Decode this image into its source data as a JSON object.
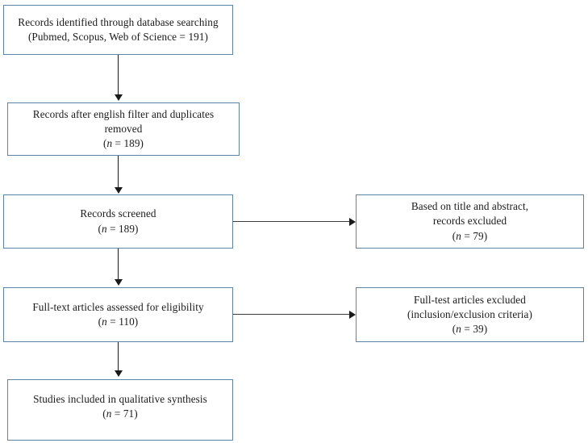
{
  "diagram": {
    "type": "prisma-flow-diagram",
    "title": "",
    "border_color": "#5b84a6",
    "connector_color": "#1a1a1a",
    "background_color": "#ffffff",
    "boxes": [
      {
        "id": "identification",
        "lines": [
          {
            "text": "Records identified through database searching",
            "italic_prefix": ""
          },
          {
            "text": "(Pubmed, Scopus, Web of Science = 191)",
            "italic_prefix": ""
          }
        ],
        "line1": "Records identified through database searching",
        "line2": "(Pubmed, Scopus, Web of Science = 191)",
        "line3": "",
        "count": 191
      },
      {
        "id": "after-filter",
        "line1": "Records after english filter and duplicates",
        "line2": "removed",
        "n_open": "(",
        "n_italic": "n",
        "n_value": " = 189)",
        "count": 189
      },
      {
        "id": "screened",
        "line1": "Records screened",
        "line2": "",
        "n_open": "(",
        "n_italic": "n",
        "n_value": " = 189)",
        "count": 189
      },
      {
        "id": "excluded-title-abstract",
        "line1": "Based on title and abstract,",
        "line2": "records excluded",
        "n_open": "(",
        "n_italic": "n",
        "n_value": " = 79)",
        "count": 79
      },
      {
        "id": "eligibility",
        "line1": "Full-text articles assessed for eligibility",
        "line2": "",
        "n_open": "(",
        "n_italic": "n",
        "n_value": " = 110)",
        "count": 110
      },
      {
        "id": "excluded-fulltext",
        "line1": "Full-test articles excluded",
        "line2": "(inclusion/exclusion criteria)",
        "n_open": "(",
        "n_italic": "n",
        "n_value": " = 39)",
        "count": 39
      },
      {
        "id": "included",
        "line1": "Studies included in qualitative synthesis",
        "line2": "",
        "n_open": "(",
        "n_italic": "n",
        "n_value": " = 71)",
        "count": 71
      }
    ],
    "connectors": [
      {
        "id": "arrow-identification-to-filter",
        "direction": "down"
      },
      {
        "id": "arrow-filter-to-screened",
        "direction": "down"
      },
      {
        "id": "arrow-screened-to-eligibility",
        "direction": "down"
      },
      {
        "id": "arrow-eligibility-to-included",
        "direction": "down"
      },
      {
        "id": "arrow-screened-to-excluded",
        "direction": "right"
      },
      {
        "id": "arrow-eligibility-to-excluded",
        "direction": "right"
      }
    ]
  }
}
